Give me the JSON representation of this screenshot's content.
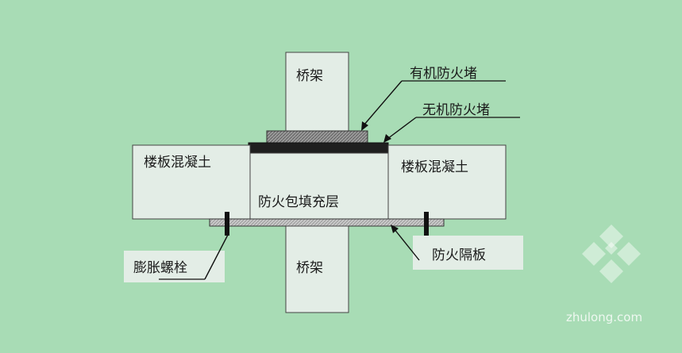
{
  "labels": {
    "bridge_top": "桥架",
    "bridge_bottom": "桥架",
    "organic_fire_plug": "有机防火堵",
    "inorganic_fire_plug": "无机防火堵",
    "floor_concrete_left": "楼板混凝土",
    "floor_concrete_right": "楼板混凝土",
    "fire_bag_fill": "防火包填充层",
    "expansion_bolt": "膨胀螺栓",
    "fire_partition": "防火隔板"
  },
  "watermark": {
    "text": "zhulong.com"
  },
  "colors": {
    "background": "#a8dcb5",
    "panel": "#e3ede6",
    "organic_plug": "#8a8a8a",
    "inorganic_plug": "#1f1f1f",
    "partition": "#b3b3b3"
  }
}
